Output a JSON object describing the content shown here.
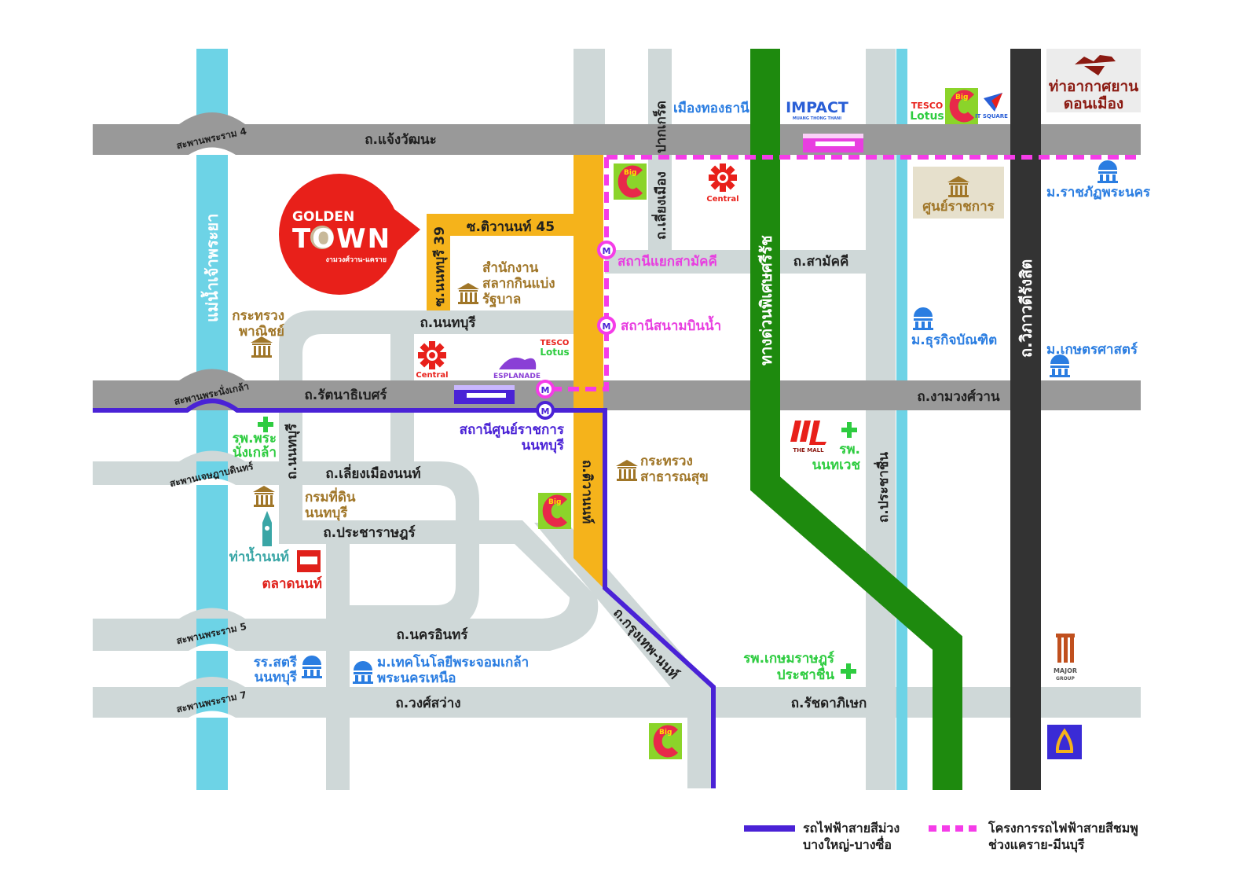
{
  "colors": {
    "main_road": "#999999",
    "minor_road": "#cfd8d8",
    "river": "#6dd3e6",
    "tiwanon_road": "#f5b31b",
    "expressway": "#1e8a0e",
    "vibhavadi": "#333333",
    "purple_line": "#4a22d6",
    "pink_line": "#f53ce8",
    "golden_town": "#e8201a"
  },
  "roads": {
    "chaeng_watthana": "ถ.แจ้งวัฒนะ",
    "rattanathibet": "ถ.รัตนาธิเบศร์",
    "ngamwongwan": "ถ.งามวงศ์วาน",
    "nonthaburi_h": "ถ.นนทบุรี",
    "nonthaburi_v": "ถ.นนทบุรี",
    "soi_tiwanon45": "ซ.ติวานนท์ 45",
    "soi_nonthaburi39": "ซ.นนทบุรี 39",
    "liang_muang_non": "ถ.เลี่ยงเมืองนนท์",
    "pracharat": "ถ.ประชาราษฎร์",
    "nakhon_in": "ถ.นครอินทร์",
    "wongsawang": "ถ.วงศ์สว่าง",
    "ratchadaphisek": "ถ.รัชดาภิเษก",
    "krungthep_non": "ถ.กรุงเทพ-นนท์",
    "tiwanon": "ถ.ติวานนท์",
    "samakkhi": "ถ.สามัคคี",
    "pakkret": "ปากเกร็ด",
    "liang_muang": "ถ.เลี่ยงเมือง",
    "prachachuen": "ถ.ประชาชื่น",
    "vibhavadi": "ถ.วิภาวดีรังสิต",
    "expressway": "ทางด่วนพิเศษศรีรัช",
    "river": "แม่น้ำเจ้าพระยา"
  },
  "bridges": {
    "rama4": "สะพานพระราม 4",
    "nangklao": "สะพานพระนั่งเกล้า",
    "jessada": "สะพานเจษฎาบดินทร์",
    "rama5": "สะพานพระราม 5",
    "rama7": "สะพานพระราม 7"
  },
  "golden_town": {
    "line1": "GOLDEN",
    "line2": "TOWN",
    "sub": "งามวงศ์วาน-แคราย"
  },
  "places": {
    "lottery": [
      "สำนักงาน",
      "สลากกินแบ่ง",
      "รัฐบาล"
    ],
    "commerce": [
      "กระทรวง",
      "พาณิชย์"
    ],
    "health": [
      "กระทรวง",
      "สาธารณสุข"
    ],
    "land_dept": [
      "กรมที่ดิน",
      "นนทบุรี"
    ],
    "pier": "ท่าน้ำนนท์",
    "market": "ตลาดนนท์",
    "hosp_nangklao": [
      "รพ.พระ",
      "นั่งเกล้า"
    ],
    "hosp_nonthavej": [
      "รพ.",
      "นนทเวช"
    ],
    "hosp_kasemrad": [
      "รพ.เกษมราษฎร์",
      "ประชาชื่น"
    ],
    "school": [
      "รร.สตรี",
      "นนทบุรี"
    ],
    "kmutnb": [
      "ม.เทคโนโลยีพระจอมเกล้า",
      "พระนครเหนือ"
    ],
    "dpu": "ม.ธุรกิจบัณฑิต",
    "ku": "ม.เกษตรศาสตร์",
    "pnru": "ม.ราชภัฏพระนคร",
    "gov_center": "ศูนย์ราชการ",
    "airport": [
      "ท่าอากาศยาน",
      "ดอนเมือง"
    ],
    "muang_thong": "เมืองทองธานี"
  },
  "stations": {
    "yaek_samakkhi": "สถานีแยกสามัคคี",
    "sanambin_nam": "สถานีสนามบินน้ำ",
    "sun_ratchakan": [
      "สถานีศูนย์ราชการ",
      "นนทบุรี"
    ],
    "marker": "M"
  },
  "logos": {
    "central": "Central",
    "tesco": "TESCO",
    "lotus": "Lotus",
    "esplanade": "ESPLANADE",
    "impact": "IMPACT",
    "impact_sub": "MUANG THONG THANI",
    "bigc_big": "Big",
    "bigc_c": "C",
    "itsquare": "IT SQUARE",
    "themall": "THE MALL",
    "major": [
      "MAJOR",
      "GROUP"
    ]
  },
  "legend": {
    "purple": [
      "รถไฟฟ้าสายสีม่วง",
      "บางใหญ่-บางซื่อ"
    ],
    "pink": [
      "โครงการรถไฟฟ้าสายสีชมพู",
      "ช่วงแคราย-มีนบุรี"
    ]
  }
}
